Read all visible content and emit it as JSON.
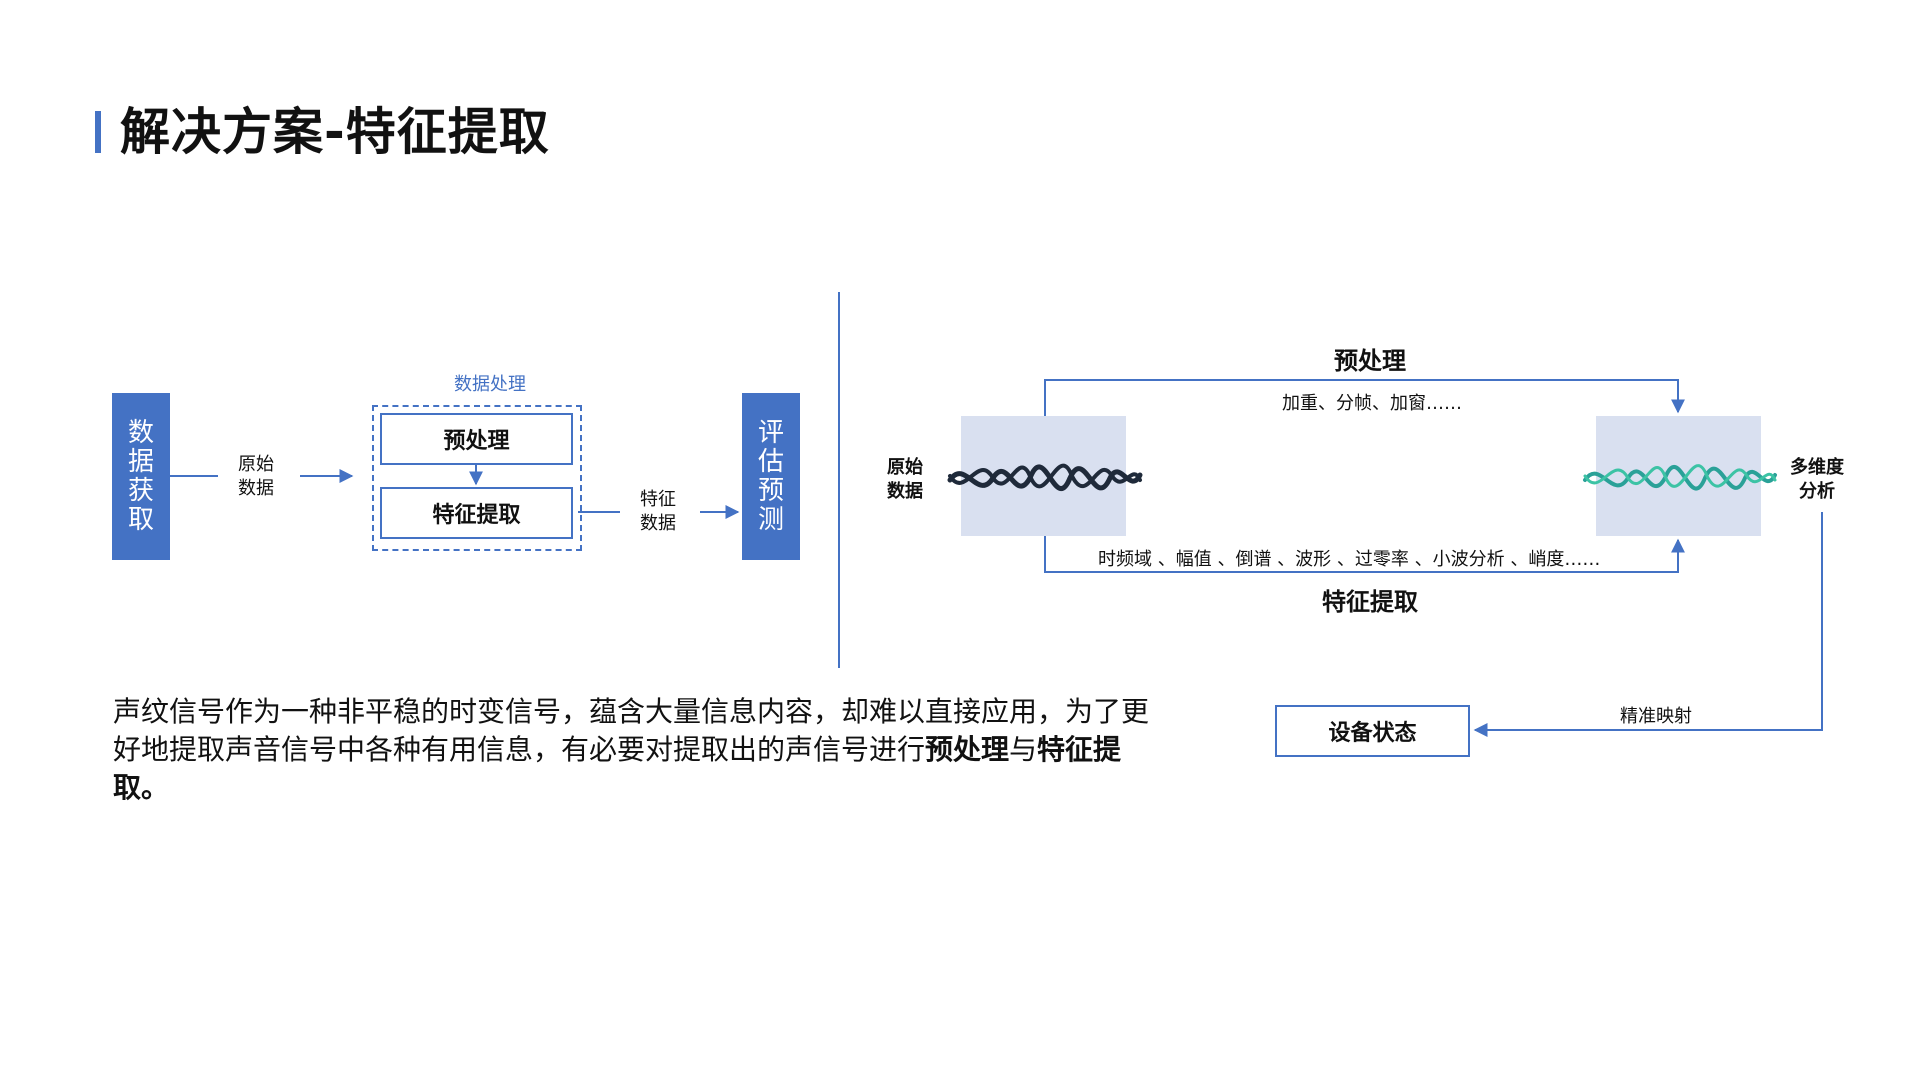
{
  "slide": {
    "title": "解决方案-特征提取"
  },
  "left_diagram": {
    "acquire": "数据获取",
    "raw_data": [
      "原始",
      "数据"
    ],
    "group_label": "数据处理",
    "preprocess": "预处理",
    "feature_extraction": "特征提取",
    "feature_data": [
      "特征",
      "数据"
    ],
    "evaluate": "评估预测"
  },
  "right_diagram": {
    "preprocess_title": "预处理",
    "preprocess_steps": "加重、分帧、加窗……",
    "raw_data": [
      "原始",
      "数据"
    ],
    "multi_dim": [
      "多维度",
      "分析"
    ],
    "feature_steps": "时频域 、幅值 、倒谱 、波形 、过零率 、小波分析 、峭度……",
    "feature_title": "特征提取",
    "mapping": "精准映射",
    "device_state": "设备状态"
  },
  "paragraph": {
    "text": "声纹信号作为一种非平稳的时变信号，蕴含大量信息内容，却难以直接应用，为了更好地提取声音信号中各种有用信息，有必要对提取出的声信号进行",
    "bold1": "预处理",
    "mid": "与",
    "bold2": "特征提取",
    "end": "。"
  },
  "colors": {
    "accent": "#4472c4",
    "wave_dark": "#1f2a3a",
    "wave_teal": "#2aa198",
    "wave_bg": "#d9e0f0"
  }
}
